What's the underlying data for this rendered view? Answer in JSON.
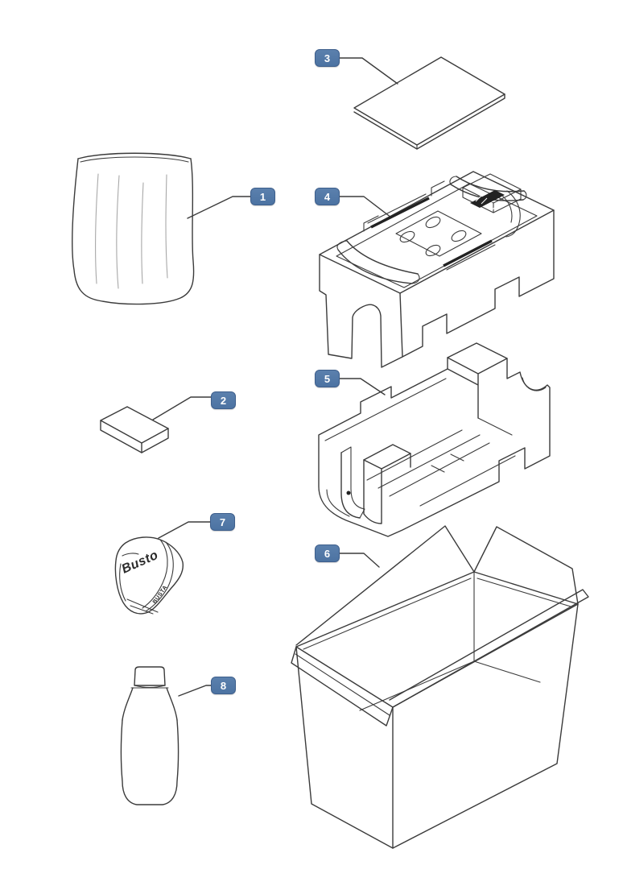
{
  "callouts": [
    {
      "number": "1"
    },
    {
      "number": "2"
    },
    {
      "number": "3"
    },
    {
      "number": "4"
    },
    {
      "number": "5"
    },
    {
      "number": "6"
    },
    {
      "number": "7"
    },
    {
      "number": "8"
    }
  ],
  "artwork": {
    "cover_logo": "Busto",
    "cover_band_text": "BUSTA"
  },
  "colors": {
    "background": "#ffffff",
    "line": "#3b3b3b",
    "line_light": "#a8a8a8",
    "ink": "#222222",
    "badge_fill": "#5b80ad",
    "badge_border": "#3e5f8c",
    "badge_text": "#ffffff"
  }
}
